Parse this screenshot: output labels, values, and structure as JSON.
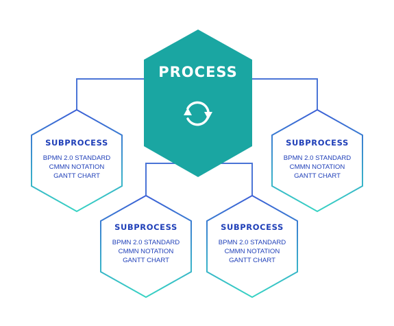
{
  "process": {
    "title": "PROCESS",
    "icon": "refresh-cycle-icon",
    "fill_color": "#1aa6a2"
  },
  "colors": {
    "connector": "#4a74d6",
    "hex_stroke_top": "#3b5fd6",
    "hex_stroke_bottom": "#37d3c3",
    "text": "#1f3fb8"
  },
  "subprocesses": [
    {
      "title": "SUBPROCESS",
      "lines": [
        "BPMN 2.0 STANDARD",
        "CMMN NOTATION",
        "GANTT CHART"
      ]
    },
    {
      "title": "SUBPROCESS",
      "lines": [
        "BPMN 2.0 STANDARD",
        "CMMN NOTATION",
        "GANTT CHART"
      ]
    },
    {
      "title": "SUBPROCESS",
      "lines": [
        "BPMN 2.0 STANDARD",
        "CMMN NOTATION",
        "GANTT CHART"
      ]
    },
    {
      "title": "SUBPROCESS",
      "lines": [
        "BPMN 2.0 STANDARD",
        "CMMN NOTATION",
        "GANTT CHART"
      ]
    }
  ]
}
